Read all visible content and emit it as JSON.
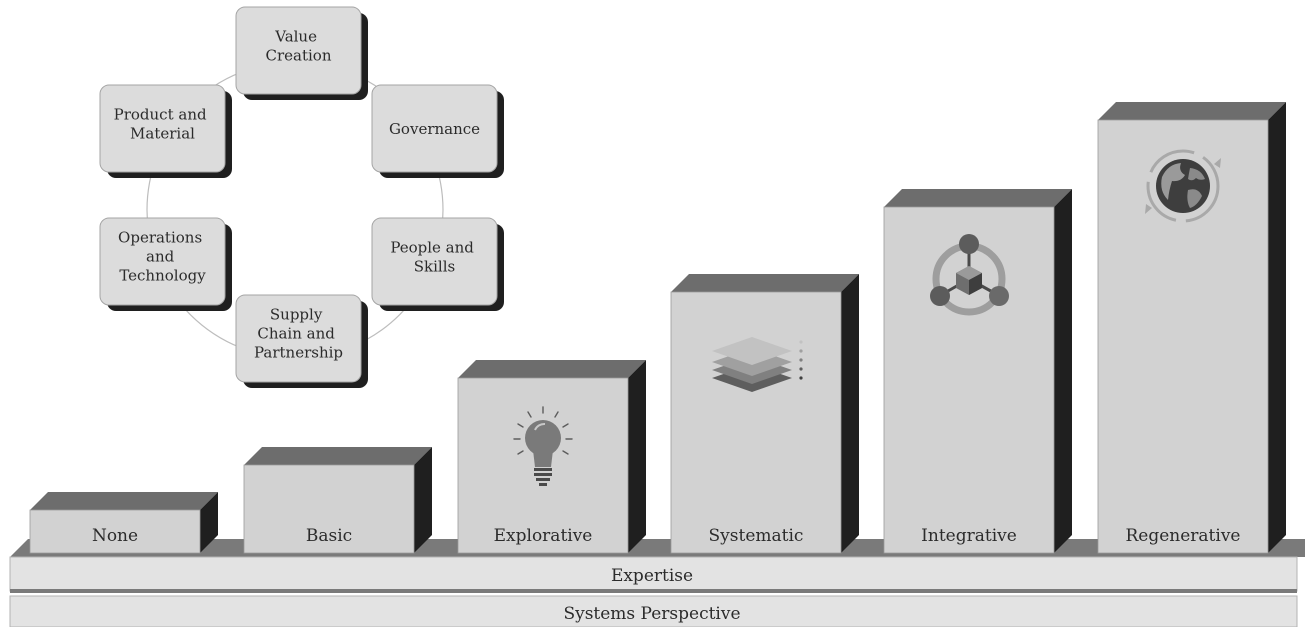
{
  "cycle": {
    "items": [
      [
        "Value",
        "Creation"
      ],
      [
        "Governance"
      ],
      [
        "People and",
        "Skills"
      ],
      [
        "Supply",
        "Chain and",
        "Partnership"
      ],
      [
        "Operations",
        "and",
        "Technology"
      ],
      [
        "Product and",
        "Material"
      ]
    ]
  },
  "levels": [
    {
      "label": "None",
      "icon": ""
    },
    {
      "label": "Basic",
      "icon": ""
    },
    {
      "label": "Explorative",
      "icon": "lightbulb-icon"
    },
    {
      "label": "Systematic",
      "icon": "layers-icon"
    },
    {
      "label": "Integrative",
      "icon": "network-icon"
    },
    {
      "label": "Regenerative",
      "icon": "globe-cycle-icon"
    }
  ],
  "bars": {
    "expertise": "Expertise",
    "systems_perspective": "Systems Perspective"
  },
  "colors": {
    "box_front": "#d2d2d2",
    "box_top": "#6d6d6d",
    "box_side": "#1f1f1f",
    "base_light": "#e3e3e3",
    "base_dark": "#7a7a7a",
    "text": "#2b2b2b"
  }
}
